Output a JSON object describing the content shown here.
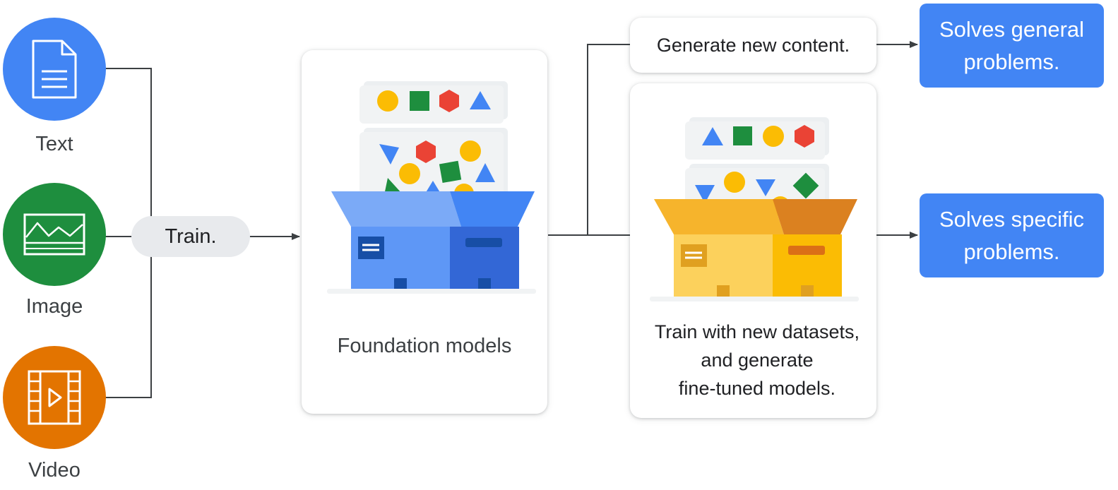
{
  "inputs": [
    {
      "label": "Text",
      "icon": "document-icon",
      "color": "#4285f4"
    },
    {
      "label": "Image",
      "icon": "image-icon",
      "color": "#1e8e3e"
    },
    {
      "label": "Video",
      "icon": "video-film-icon",
      "color": "#e37400"
    }
  ],
  "train_label": "Train.",
  "foundation": {
    "label": "Foundation models",
    "art": "blue-box-with-shapes-illustration"
  },
  "generate": {
    "label": "Generate new content."
  },
  "finetune": {
    "lines": [
      "Train with new datasets,",
      "and generate",
      "fine-tuned models."
    ],
    "art": "yellow-box-with-shapes-illustration"
  },
  "outcomes": {
    "general": [
      "Solves general",
      "problems."
    ],
    "specific": [
      "Solves specific",
      "problems."
    ]
  },
  "colors": {
    "blue": "#4285f4",
    "green": "#1e8e3e",
    "orange": "#e37400",
    "yellow": "#fbbc04",
    "red": "#ea4335",
    "pill_bg": "#e8eaed",
    "line": "#3c4043"
  }
}
